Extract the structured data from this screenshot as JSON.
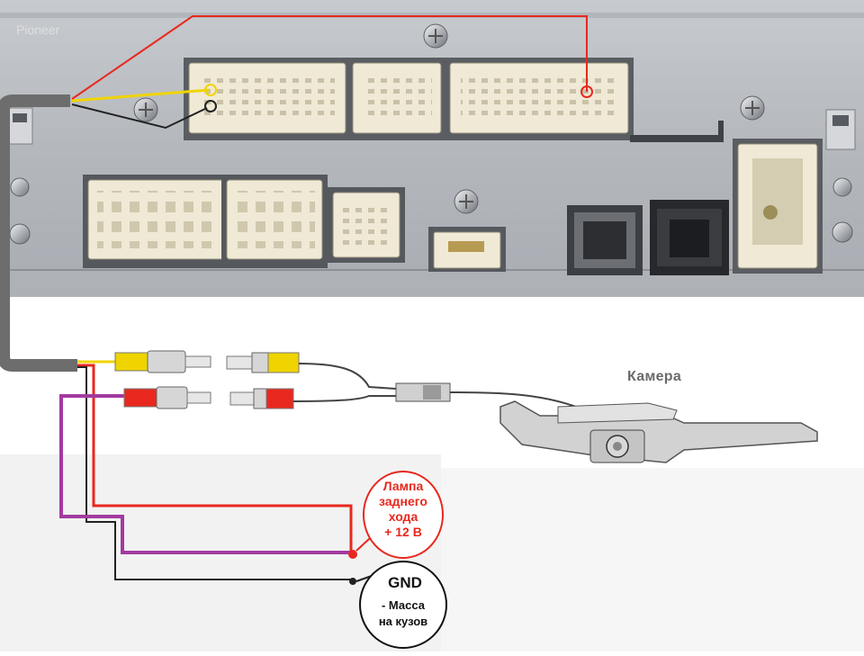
{
  "labels": {
    "camera": "Камера",
    "lamp": [
      "Лампа",
      "заднего",
      "хода",
      "+ 12 В"
    ],
    "gnd_title": "GND",
    "gnd_desc": [
      "- Масса",
      "на кузов"
    ]
  },
  "colors": {
    "wire_red": "#e8281e",
    "wire_yellow": "#f0d400",
    "wire_black": "#222222",
    "wire_purple": "#a33aa0",
    "cable_grey": "#6d6d6d",
    "metal_panel": "#b9bcc1",
    "connector_cream": "#efe9d6"
  },
  "icons": [
    "screw-icon",
    "camera-icon",
    "rca-plug-icon"
  ]
}
